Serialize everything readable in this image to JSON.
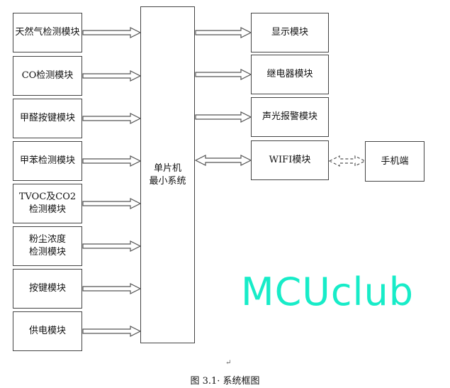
{
  "inputs": [
    {
      "label": "天然气检测模块"
    },
    {
      "label": "CO检测模块"
    },
    {
      "label": "甲醛按键模块"
    },
    {
      "label": "甲苯检测模块"
    },
    {
      "label": "TVOC及CO2\n检测模块",
      "line1": "TVOC及CO2",
      "line2": "检测模块"
    },
    {
      "label": "粉尘浓度\n检测模块",
      "line1": "粉尘浓度",
      "line2": "检测模块"
    },
    {
      "label": "按键模块"
    },
    {
      "label": "供电模块"
    }
  ],
  "mcu": {
    "line1": "单片机",
    "line2": "最小系统"
  },
  "outputs": [
    {
      "label": "显示模块"
    },
    {
      "label": "继电器模块"
    },
    {
      "label": "声光报警模块"
    },
    {
      "label": "WIFI模块"
    }
  ],
  "phone": {
    "label": "手机端"
  },
  "caption": "图 3.1· 系统框图",
  "watermark": "MCUclub",
  "mark": "↵",
  "colors": {
    "watermark": "#17ecc8",
    "border": "#444444"
  }
}
